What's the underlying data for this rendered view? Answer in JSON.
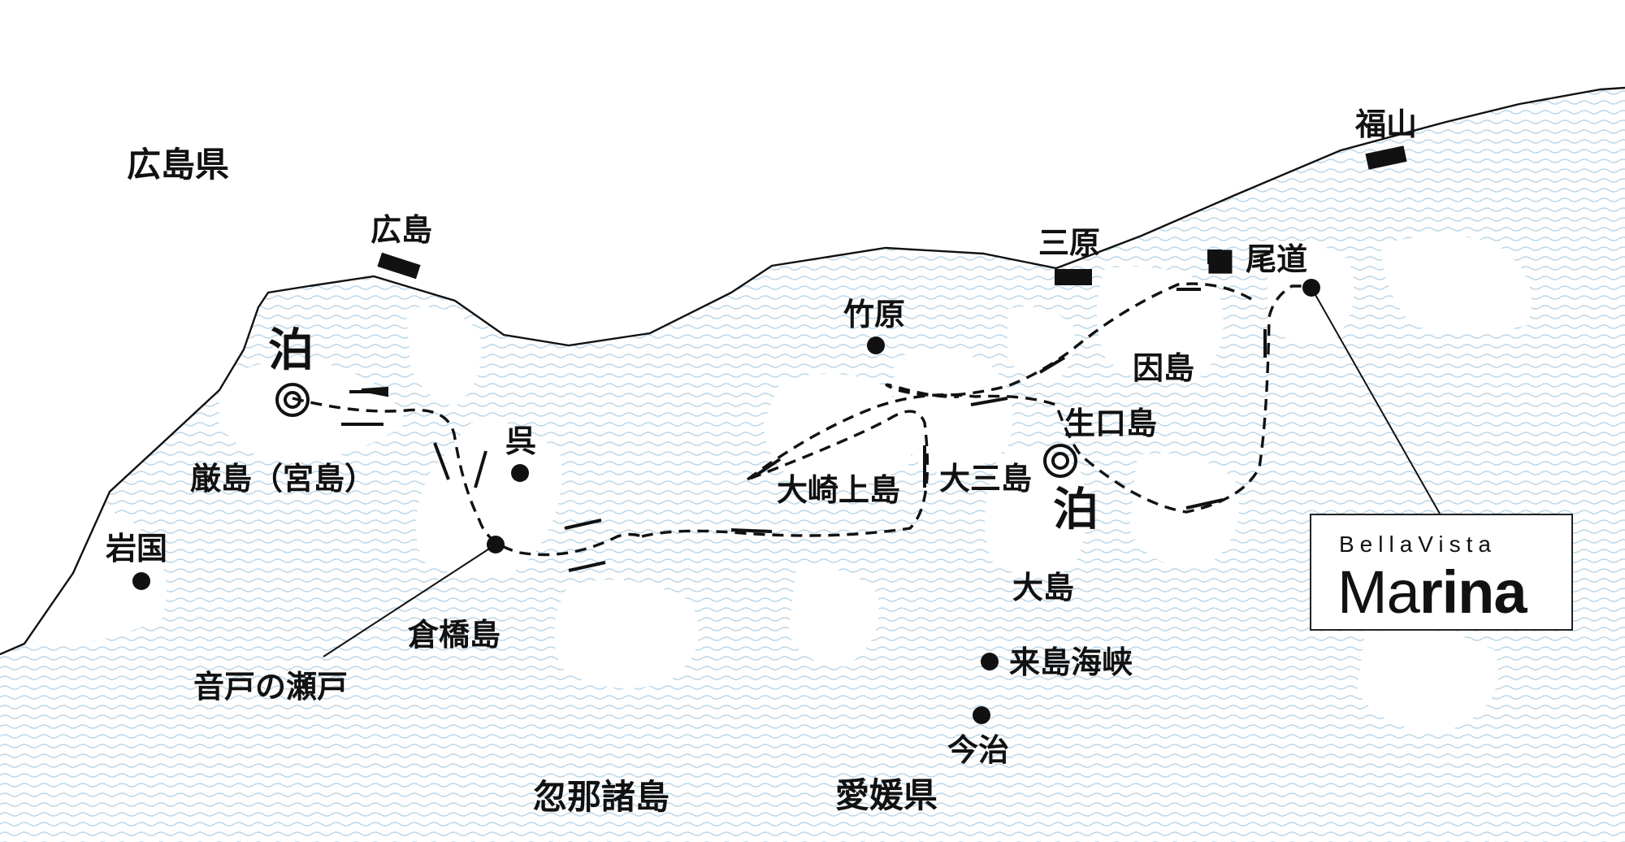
{
  "map": {
    "regions": {
      "hiroshima_pref": "広島県",
      "ehime_pref": "愛媛県",
      "kutsuna": "忽那諸島"
    },
    "places": {
      "fukuyama": "福山",
      "hiroshima": "広島",
      "mihara": "三原",
      "onomichi": "■ 尾道",
      "takehara": "竹原",
      "innoshima": "因島",
      "ikuchijima": "生口島",
      "kure": "呉",
      "itsukushima": "厳島（宮島）",
      "iwakuni": "岩国",
      "osakikamijima": "大崎上島",
      "omishima": "大三島",
      "oshima": "大島",
      "kurashima": "倉橋島",
      "ondo": "音戸の瀬戸",
      "kurushima": "来島海峡",
      "imabari": "今治"
    },
    "stays": {
      "west": "泊",
      "east": "泊"
    },
    "colors": {
      "sea": "#dbe9f3",
      "line": "#111111"
    }
  },
  "logo": {
    "line1": "BellaVista",
    "line2_light": "Ma",
    "line2_bold": "rina"
  }
}
